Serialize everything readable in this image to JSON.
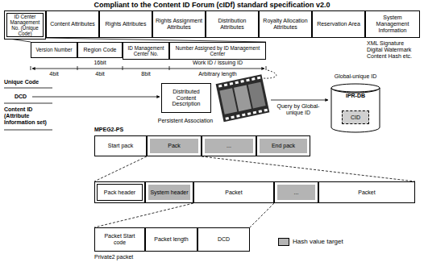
{
  "diagram": {
    "title": "Compliant to the Content ID Forum (cIDf) standard specification v2.0",
    "nodes": [
      {
        "text": [
          "ID Center Management No. (Unique Code)"
        ]
      },
      {
        "text": [
          "Content Attributes"
        ]
      },
      {
        "text": [
          "Rights Attributes"
        ]
      },
      {
        "text": [
          "Rights Assignment Attributes"
        ]
      },
      {
        "text": [
          "Distribution Attributes"
        ]
      },
      {
        "text": [
          "Royalty Allocation Attributes"
        ]
      },
      {
        "text": [
          "Reservation Area"
        ]
      },
      {
        "text": [
          "System Management Information"
        ]
      },
      {
        "text": [
          "Version Number"
        ]
      },
      {
        "text": [
          "Region Code"
        ]
      },
      {
        "text": [
          "ID Management Center No."
        ]
      },
      {
        "text": [
          "Number Assigned by ID Management Center"
        ]
      },
      {
        "text": [
          "Distributed Content Description"
        ]
      },
      {
        "text": [
          "IPR-DB"
        ]
      },
      {
        "text": [
          "CID"
        ],
        "in": 13
      },
      {
        "text": [
          "Start pack"
        ]
      },
      {
        "text": [
          "Pack"
        ]
      },
      {
        "text": [
          "..."
        ]
      },
      {
        "text": [
          "End pack"
        ]
      },
      {
        "text": [
          "Pack header"
        ]
      },
      {
        "text": [
          "System header"
        ]
      },
      {
        "text": [
          "Packet"
        ]
      },
      {
        "text": [
          "..."
        ]
      },
      {
        "text": [
          "Packet"
        ]
      },
      {
        "text": [
          "Packet Start code"
        ]
      },
      {
        "text": [
          "Packet length"
        ]
      },
      {
        "text": [
          "DCD"
        ]
      }
    ],
    "labels": [
      "XML Signature Digital Watermark Content Hash etc.",
      "16bit",
      "Work ID / Issuing ID",
      "4bit",
      "4bit",
      "8bit",
      "Arbitrary length",
      "Unique Code",
      "DCD",
      "Content ID (Attribute Information set)",
      "Persistent Association",
      "Global-unique ID",
      "Query by Global-unique ID",
      "MPEG2-PS",
      "Private2 packet"
    ],
    "legend": [
      {
        "text": "Hash value target",
        "color": "#b4b4b4"
      }
    ]
  }
}
